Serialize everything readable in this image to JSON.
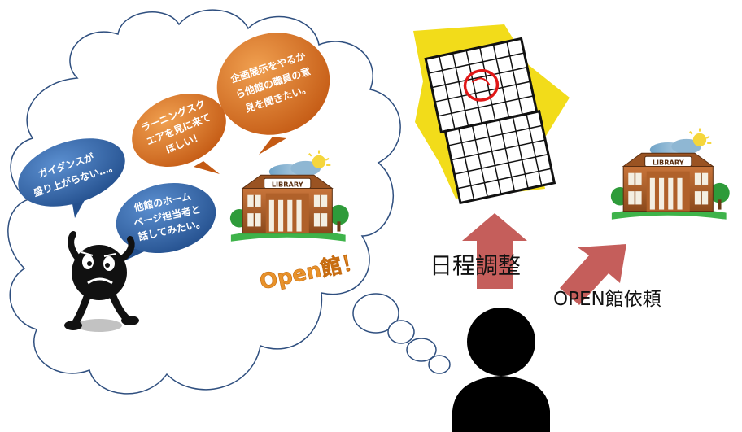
{
  "speech_bubbles": {
    "exhibition": [
      "企画展示をやるか",
      "ら他館の職員の意",
      "見を聞きたい。"
    ],
    "learning_square": [
      "ラーニングスク",
      "エアを見に来て",
      "ほしい！"
    ],
    "guidance": [
      "ガイダンスが",
      "盛り上がらない…。"
    ],
    "homepage": [
      "他館のホーム",
      "ページ担当者と",
      "話してみたい。"
    ]
  },
  "library_sign": "LIBRARY",
  "open_kan_label": "Open館！",
  "labels": {
    "schedule": "日程調整",
    "open_request": "OPEN館依頼"
  },
  "colors": {
    "blue_bubble": "#2f5f9e",
    "orange_bubble": "#d06a1e",
    "arrow": "#c0504d",
    "open_text": "#e8922a",
    "calendar_bg": "#f2dc1a",
    "cloud_outline": "#2f4f7f"
  },
  "icons": [
    "thought-cloud",
    "worried-character-icon",
    "library-icon",
    "calendar-icon",
    "person-silhouette-icon",
    "up-arrow-icon"
  ]
}
